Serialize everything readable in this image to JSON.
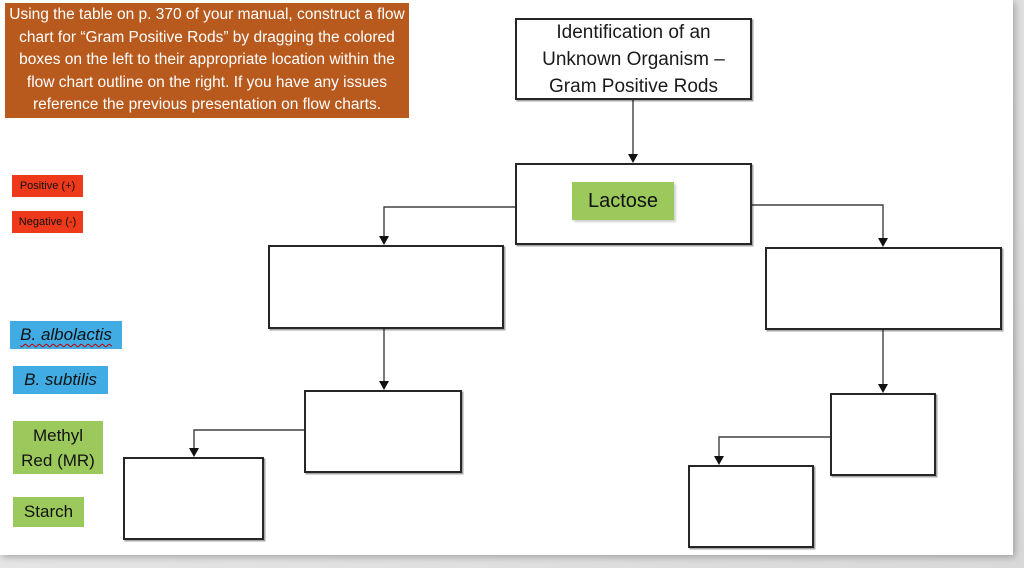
{
  "instruction_panel": {
    "text": "Using the table on p. 370 of your manual, construct a flow\nchart for “Gram Positive Rods” by dragging the colored\nboxes on the left to their appropriate location within the\nflow chart outline on the right.  If you have any issues\nreference the previous presentation on flow charts."
  },
  "flowchart": {
    "title": "Identification of an\nUnknown Organism –\nGram Positive Rods",
    "lactose_label": "Lactose",
    "empty_box_count": 6
  },
  "drag_labels": {
    "positive": "Positive (+)",
    "negative": "Negative (-)",
    "albolactis": "B. albolactis",
    "subtilis": "B. subtilis",
    "methyl_red": "Methyl\nRed (MR)",
    "starch": "Starch"
  },
  "colors": {
    "panel_orange": "#b85a1e",
    "chip_red": "#ee3a1b",
    "chip_blue": "#41ace3",
    "chip_green": "#9cc95b"
  }
}
